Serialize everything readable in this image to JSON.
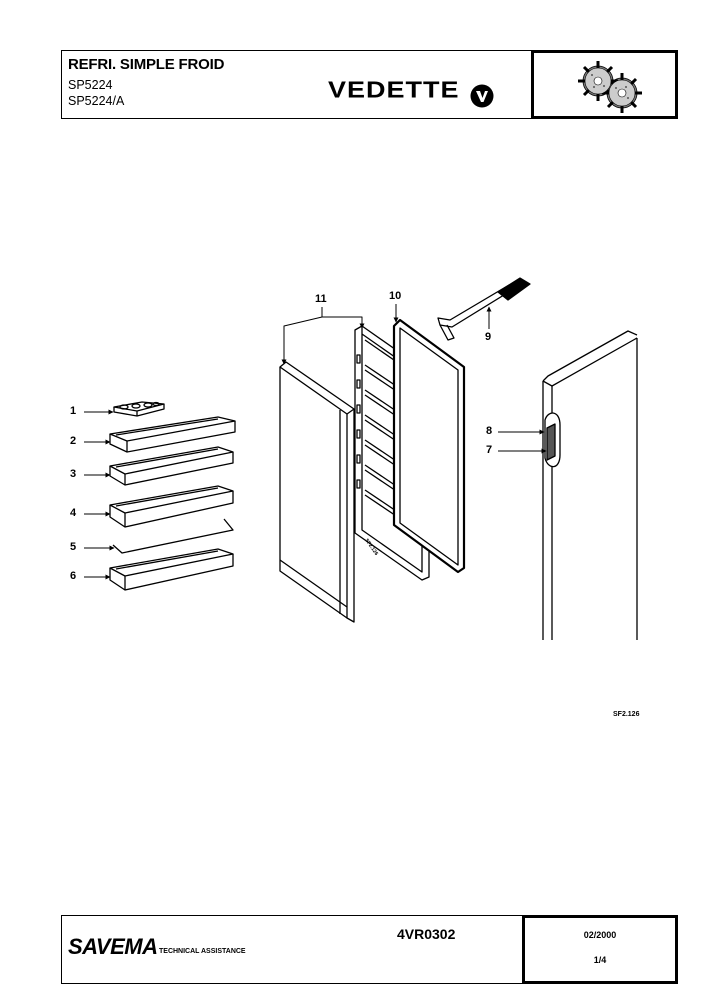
{
  "header": {
    "title": "REFRI. SIMPLE FROID",
    "models": [
      "SP5224",
      "SP5224/A"
    ],
    "brand": "VEDETTE",
    "logo_icon": "vedette-v-logo-icon",
    "gear_icon": "gears-icon"
  },
  "diagram": {
    "callouts": [
      {
        "id": "1",
        "part": "egg-tray"
      },
      {
        "id": "2",
        "part": "door-shelf"
      },
      {
        "id": "3",
        "part": "door-shelf"
      },
      {
        "id": "4",
        "part": "door-shelf"
      },
      {
        "id": "5",
        "part": "bottle-retainer"
      },
      {
        "id": "6",
        "part": "door-shelf"
      },
      {
        "id": "7",
        "part": "handle-base"
      },
      {
        "id": "8",
        "part": "handle"
      },
      {
        "id": "9",
        "part": "hinge-tool"
      },
      {
        "id": "10",
        "part": "door-gasket"
      },
      {
        "id": "11",
        "part": "door-assembly"
      }
    ],
    "inner_panel_ref": "SF2.126",
    "figure_ref": "SF2.126"
  },
  "footer": {
    "brand": "SAVEMA",
    "subtitle": "TECHNICAL ASSISTANCE",
    "code": "4VR0302",
    "date": "02/2000",
    "page": "1/4"
  }
}
